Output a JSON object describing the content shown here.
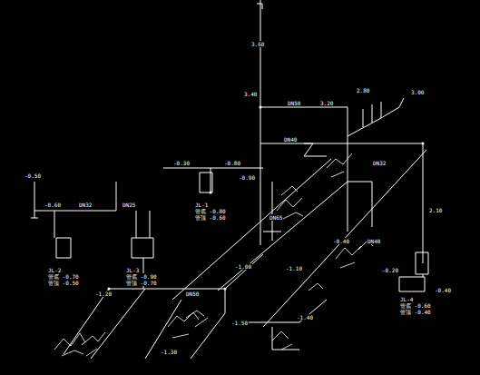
{
  "diagram": {
    "labels": [
      "3.60",
      "3.40",
      "DN50",
      "3.20",
      "DN40",
      "2.80",
      "-0.30",
      "-0.80",
      "JL-1",
      "管底 -0.80",
      "管顶 -0.60",
      "-0.50",
      "-0.60",
      "DN32",
      "JL-2",
      "管底 -0.70",
      "管顶 -0.50",
      "DN25",
      "JL-3",
      "管底 -0.90",
      "管顶 -0.70",
      "-1.20",
      "DN50",
      "-1.00",
      "DN65",
      "-1.10",
      "-0.40",
      "DN40",
      "2.10",
      "-0.20",
      "JL-4",
      "管底 -0.60",
      "管顶 -0.40",
      "-0.40",
      "3.00",
      "-1.40",
      "-1.30",
      "-1.50",
      "DN32",
      "-0.90"
    ]
  }
}
